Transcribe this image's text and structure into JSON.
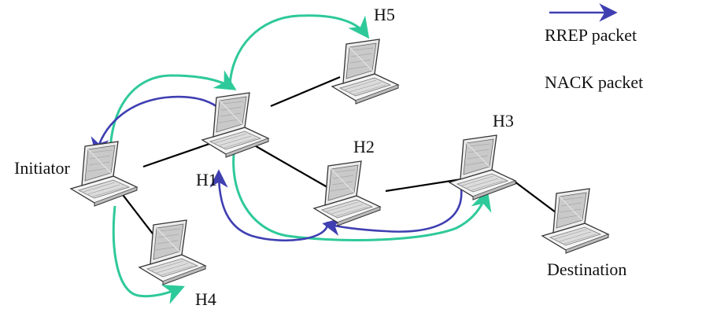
{
  "colors": {
    "rrep": "#3f3fb2",
    "nack": "#2ec99a",
    "link": "#000000"
  },
  "icon": "laptop-icon",
  "legend": {
    "rrep_label": "RREP packet",
    "nack_label": "NACK packet"
  },
  "nodes": {
    "initiator": "Initiator",
    "h1": "H1",
    "h2": "H2",
    "h3": "H3",
    "h4": "H4",
    "h5": "H5",
    "destination": "Destination"
  }
}
